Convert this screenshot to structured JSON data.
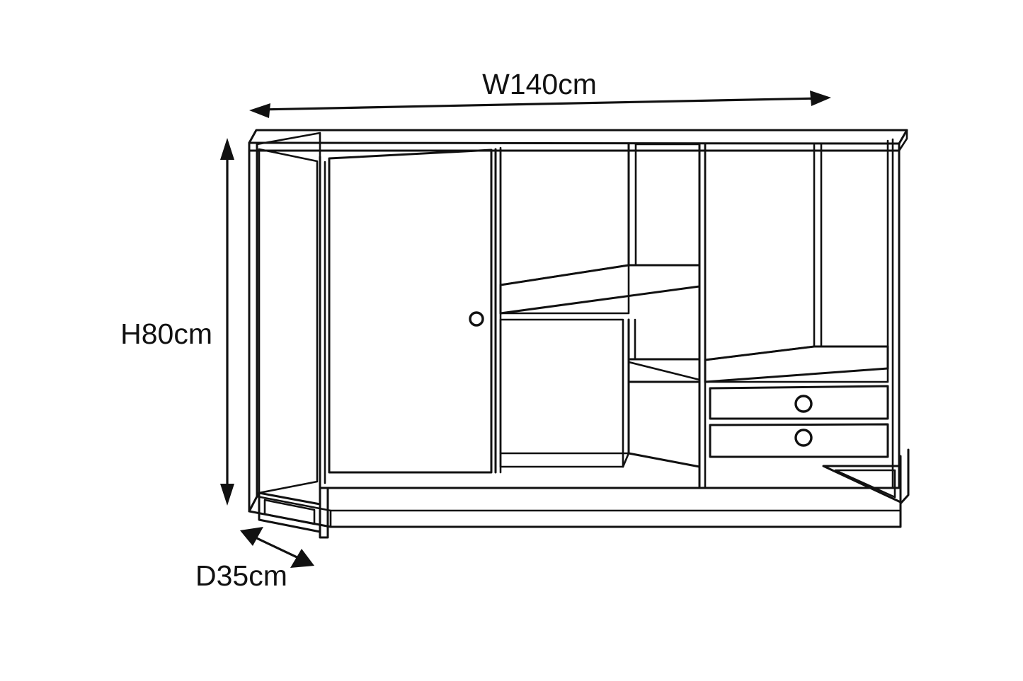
{
  "diagram": {
    "title": "Sideboard dimension drawing",
    "type": "furniture-line-drawing",
    "background_color": "#ffffff",
    "line_color": "#111111"
  },
  "dimensions": {
    "width": {
      "label": "W140cm",
      "value": 140,
      "unit": "cm",
      "axis": "width",
      "arrow": "double-headed",
      "position": "top"
    },
    "height": {
      "label": "H80cm",
      "value": 80,
      "unit": "cm",
      "axis": "height",
      "arrow": "double-headed",
      "position": "left"
    },
    "depth": {
      "label": "D35cm",
      "value": 35,
      "unit": "cm",
      "axis": "depth",
      "arrow": "double-headed",
      "position": "bottom-left-diagonal"
    }
  },
  "furniture": {
    "name": "sideboard",
    "sections": [
      {
        "id": "left-door",
        "label": "cabinet-door",
        "handle": "round-knob"
      },
      {
        "id": "middle-open",
        "label": "open-shelving",
        "shelves": 2
      },
      {
        "id": "right-open",
        "label": "open-shelf-with-drawers",
        "drawers": 2
      }
    ],
    "base": {
      "label": "metal-frame-plinth"
    }
  }
}
